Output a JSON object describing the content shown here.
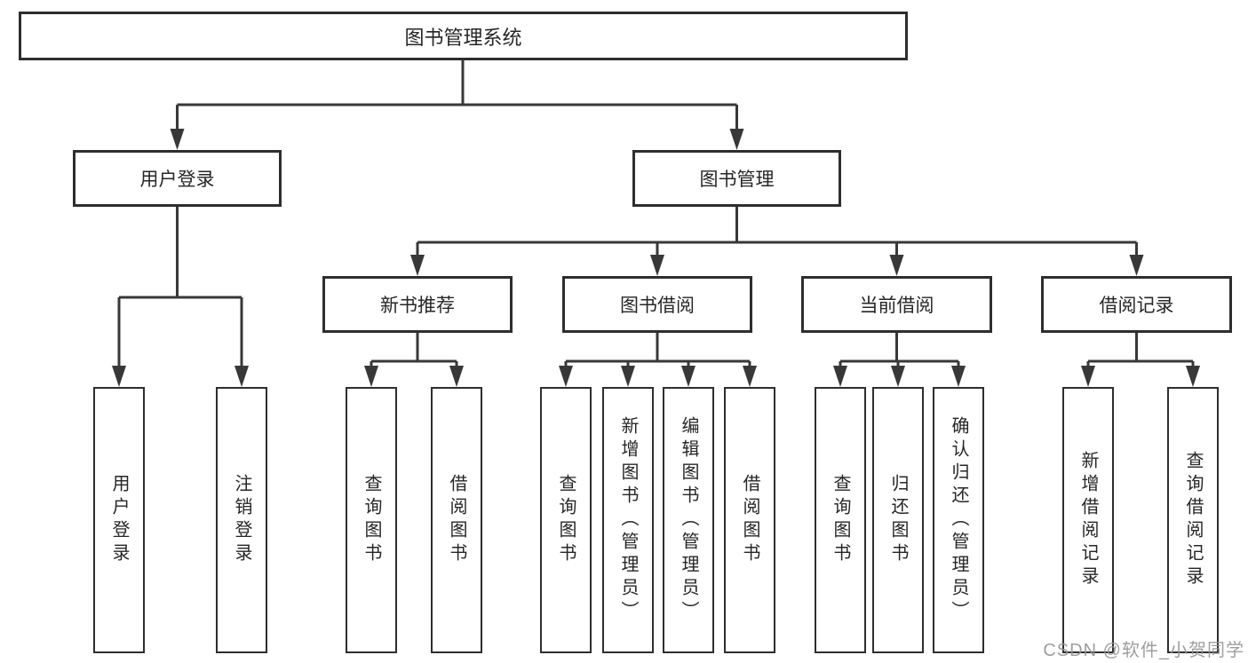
{
  "diagram": {
    "root": "图书管理系统",
    "level2": [
      "用户登录",
      "图书管理"
    ],
    "level3": [
      "新书推荐",
      "图书借阅",
      "当前借阅",
      "借阅记录"
    ],
    "leaves": {
      "user_login": [
        "用户登录",
        "注销登录"
      ],
      "new_book_recommendation": [
        "查询图书",
        "借阅图书"
      ],
      "book_borrowing": [
        "查询图书",
        "新增图书（管理员）",
        "编辑图书（管理员）",
        "借阅图书"
      ],
      "current_borrowing": [
        "查询图书",
        "归还图书",
        "确认归还（管理员）"
      ],
      "borrowing_records": [
        "新增借阅记录",
        "查询借阅记录"
      ]
    },
    "watermark": "CSDN @软件_小贺同学",
    "colors": {
      "line": "#383838",
      "box_border": "#2e2e2e",
      "text": "#262626",
      "watermark": "#949494",
      "background": "#ffffff"
    }
  }
}
